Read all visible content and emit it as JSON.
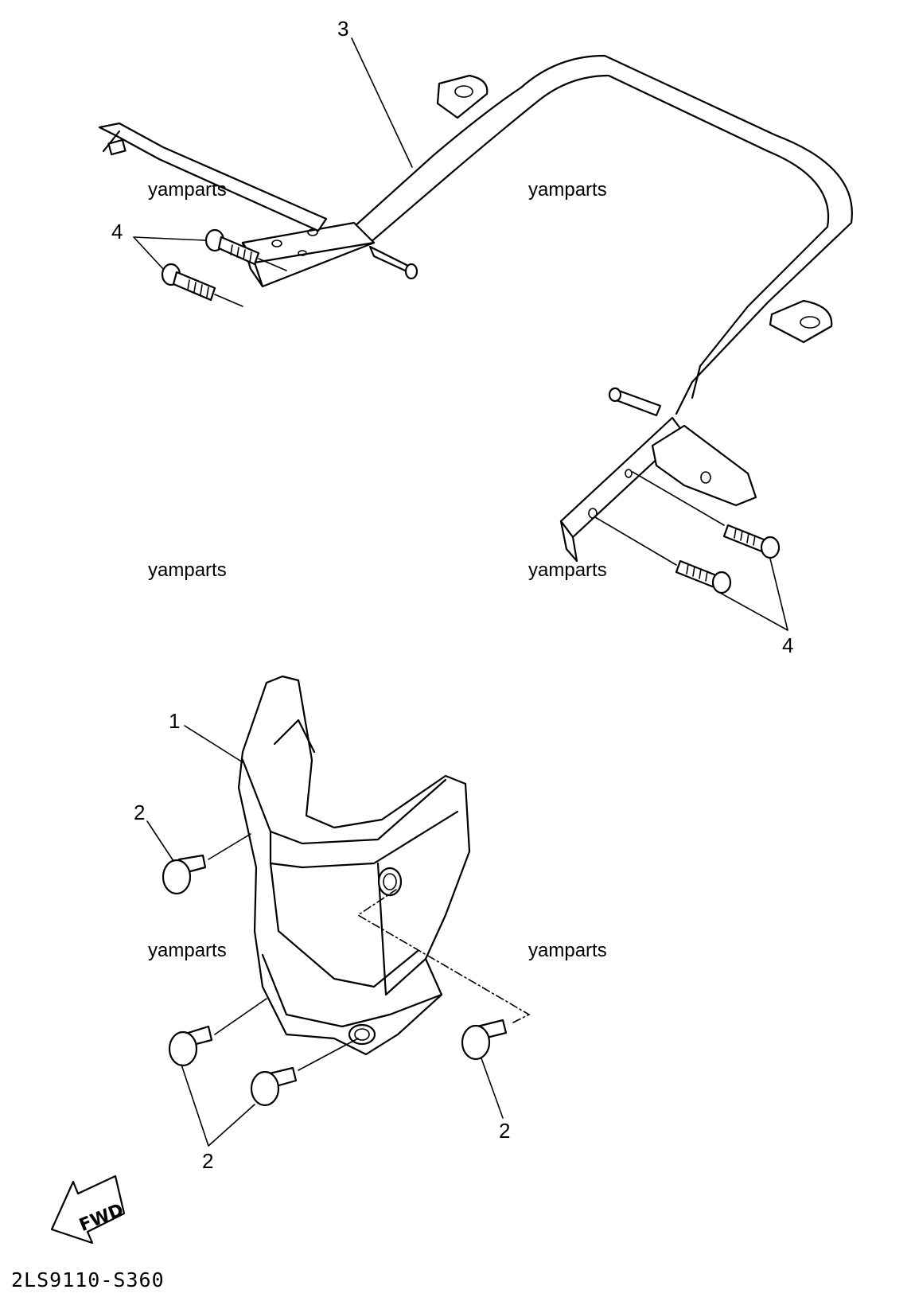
{
  "callouts": {
    "c3": "3",
    "c4_left": "4",
    "c4_right": "4",
    "c1": "1",
    "c2_upper": "2",
    "c2_right": "2",
    "c2_bottom": "2"
  },
  "watermarks": [
    "yamparts",
    "yamparts",
    "yamparts",
    "yamparts",
    "yamparts",
    "yamparts"
  ],
  "fwd_label": "FWD",
  "diagram_code": "2LS9110-S360"
}
